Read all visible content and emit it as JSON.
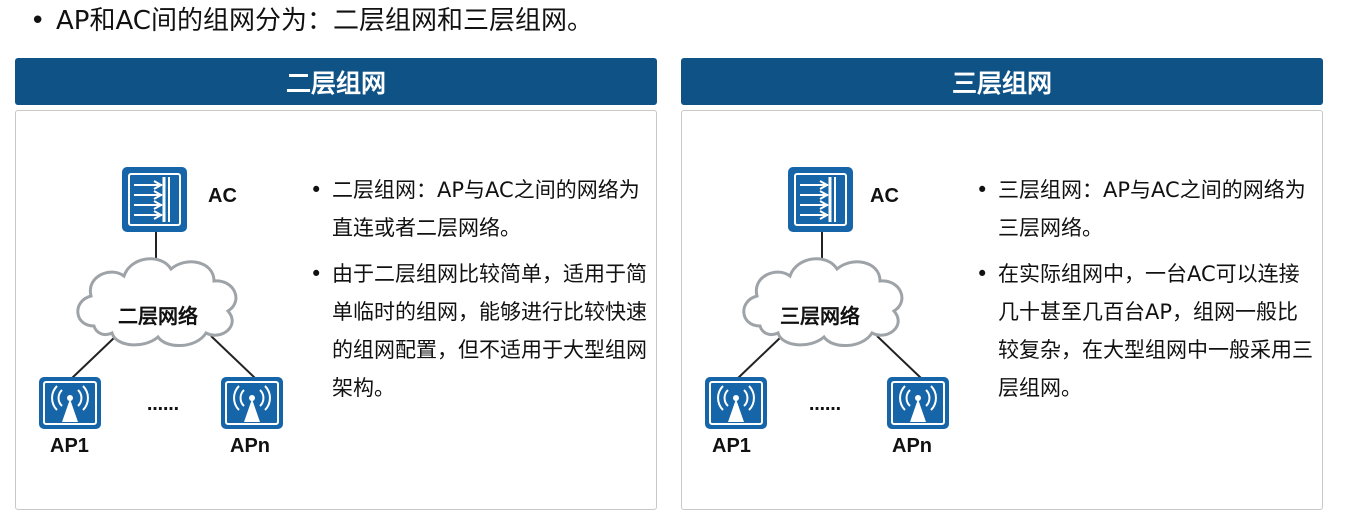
{
  "intro": {
    "bullet": "•",
    "text": "AP和AC间的组网分为：二层组网和三层组网。"
  },
  "panels": [
    {
      "title": "二层组网",
      "ac_label": "AC",
      "cloud_label": "二层网络",
      "ap_left_label": "AP1",
      "ap_right_label": "APn",
      "ellipsis": "……",
      "notes": [
        {
          "bullet": "•",
          "text": "二层组网：AP与AC之间的网络为直连或者二层网络。"
        },
        {
          "bullet": "•",
          "text": "由于二层组网比较简单，适用于简单临时的组网，能够进行比较快速的组网配置，但不适用于大型组网架构。"
        }
      ]
    },
    {
      "title": "三层组网",
      "ac_label": "AC",
      "cloud_label": "三层网络",
      "ap_left_label": "AP1",
      "ap_right_label": "APn",
      "ellipsis": "……",
      "notes": [
        {
          "bullet": "•",
          "text": "三层组网：AP与AC之间的网络为三层网络。"
        },
        {
          "bullet": "•",
          "text": "在实际组网中，一台AC可以连接几十甚至几百台AP，组网一般比较复杂，在大型组网中一般采用三层组网。"
        }
      ]
    }
  ],
  "colors": {
    "header": "#0f5286",
    "icon": "#1565a8"
  }
}
